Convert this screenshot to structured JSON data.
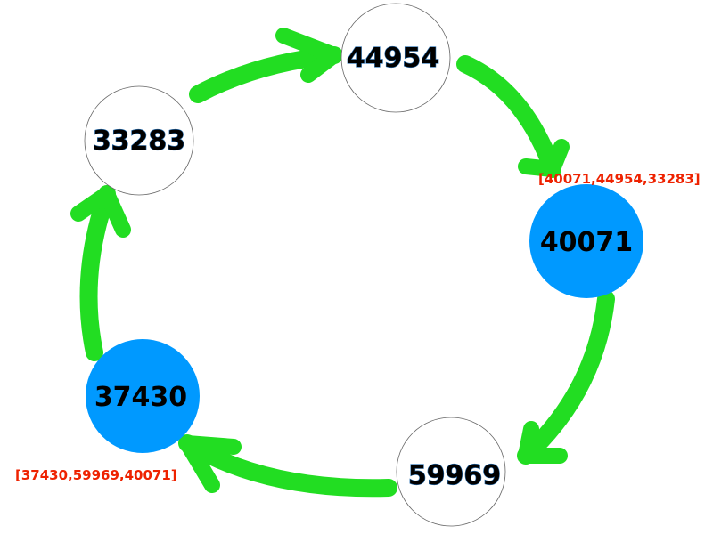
{
  "colors": {
    "arrow": "#22dd22",
    "node_filled": "#0099ff",
    "node_empty": "#ffffff",
    "annotation": "#ee2200"
  },
  "nodes": [
    {
      "id": "n1",
      "label": "44954",
      "highlighted": false
    },
    {
      "id": "n2",
      "label": "40071",
      "highlighted": true
    },
    {
      "id": "n3",
      "label": "59969",
      "highlighted": false
    },
    {
      "id": "n4",
      "label": "37430",
      "highlighted": true
    },
    {
      "id": "n5",
      "label": "33283",
      "highlighted": false
    }
  ],
  "edges": [
    {
      "from": "44954",
      "to": "40071"
    },
    {
      "from": "40071",
      "to": "59969"
    },
    {
      "from": "59969",
      "to": "37430"
    },
    {
      "from": "37430",
      "to": "33283"
    },
    {
      "from": "33283",
      "to": "44954"
    }
  ],
  "annotations": {
    "top_right": "[40071,44954,33283]",
    "bottom_left": "[37430,59969,40071]"
  }
}
